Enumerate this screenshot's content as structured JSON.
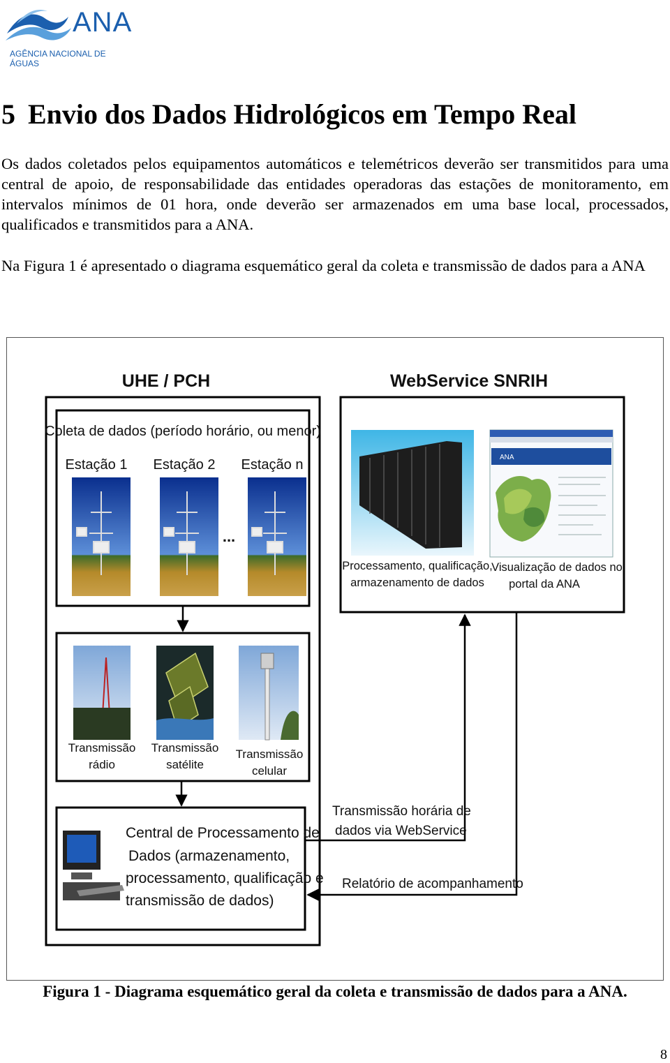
{
  "header": {
    "logo_name": "ANA",
    "logo_subtitle": "AGÊNCIA NACIONAL DE ÁGUAS"
  },
  "section": {
    "number": "5",
    "title": "Envio dos Dados Hidrológicos em Tempo Real"
  },
  "paragraphs": [
    "Os dados coletados pelos equipamentos automáticos e telemétricos deverão ser transmitidos para uma central de apoio, de responsabilidade das entidades operadoras das estações de monitoramento, em intervalos mínimos de 01 hora, onde deverão ser armazenados em uma base local, processados, qualificados e transmitidos para a ANA.",
    "Na Figura 1 é apresentado o diagrama esquemático geral da coleta e transmissão de dados para a ANA"
  ],
  "diagram": {
    "left_group_title": "UHE / PCH",
    "right_group_title": "WebService SNRIH",
    "collection_title": "Coleta de dados (período horário, ou menor)",
    "stations": [
      "Estação 1",
      "Estação 2",
      "Estação n"
    ],
    "ellipsis": "...",
    "transmissions": [
      {
        "line1": "Transmissão",
        "line2": "rádio"
      },
      {
        "line1": "Transmissão",
        "line2": "satélite"
      },
      {
        "line1": "Transmissão",
        "line2": "celular"
      }
    ],
    "central_lines": [
      "Central de Processamento de",
      "Dados (armazenamento,",
      "processamento, qualificação e",
      "transmissão de dados)"
    ],
    "processing_lines": [
      "Processamento, qualificação,",
      "armazenamento  de dados"
    ],
    "portal_lines": [
      "Visualização de dados no",
      "portal da ANA"
    ],
    "webservice_link_lines": [
      "Transmissão horária de",
      "dados via WebService"
    ],
    "report_link": "Relatório de acompanhamento",
    "screen_logo": "ANA"
  },
  "figure_caption": "Figura 1 - Diagrama esquemático geral da coleta e transmissão de dados para a ANA.",
  "page_number": "8",
  "colors": {
    "brand_blue": "#1b5fae",
    "sky_blue": "#1a4fb0",
    "grass": "#b58a2a"
  }
}
